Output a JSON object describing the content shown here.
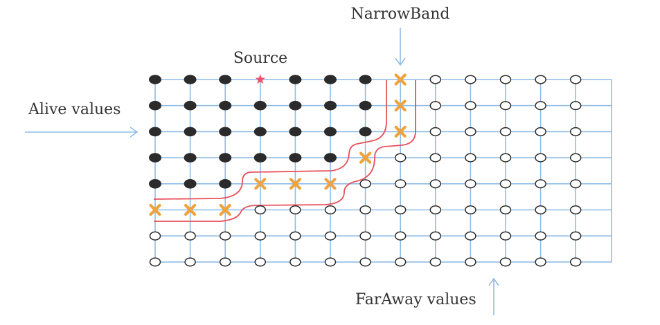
{
  "labels": {
    "narrow_band": "NarrowBand",
    "source": "Source",
    "alive": "Alive values",
    "far_away": "FarAway values"
  },
  "grid": {
    "rows": 8,
    "cols": 13,
    "source_cell": [
      0,
      3
    ],
    "alive": [
      [
        0,
        0
      ],
      [
        0,
        1
      ],
      [
        0,
        2
      ],
      [
        0,
        4
      ],
      [
        0,
        5
      ],
      [
        0,
        6
      ],
      [
        1,
        0
      ],
      [
        1,
        1
      ],
      [
        1,
        2
      ],
      [
        1,
        3
      ],
      [
        1,
        4
      ],
      [
        1,
        5
      ],
      [
        1,
        6
      ],
      [
        2,
        0
      ],
      [
        2,
        1
      ],
      [
        2,
        2
      ],
      [
        2,
        3
      ],
      [
        2,
        4
      ],
      [
        2,
        5
      ],
      [
        2,
        6
      ],
      [
        3,
        0
      ],
      [
        3,
        1
      ],
      [
        3,
        2
      ],
      [
        3,
        3
      ],
      [
        3,
        4
      ],
      [
        3,
        5
      ],
      [
        4,
        0
      ],
      [
        4,
        1
      ],
      [
        4,
        2
      ]
    ],
    "narrow_band": [
      [
        0,
        7
      ],
      [
        1,
        7
      ],
      [
        2,
        7
      ],
      [
        3,
        6
      ],
      [
        4,
        3
      ],
      [
        4,
        4
      ],
      [
        4,
        5
      ],
      [
        5,
        0
      ],
      [
        5,
        1
      ],
      [
        5,
        2
      ]
    ]
  },
  "colors": {
    "grid_line": "#8fbbe6",
    "alive": "#2b2b2b",
    "far_away_stroke": "#2b2b2b",
    "narrow_band_cross": "#f0a23c",
    "source_star": "#f0506e",
    "band_boundary": "#e8505b",
    "arrow": "#8fbbe6"
  }
}
